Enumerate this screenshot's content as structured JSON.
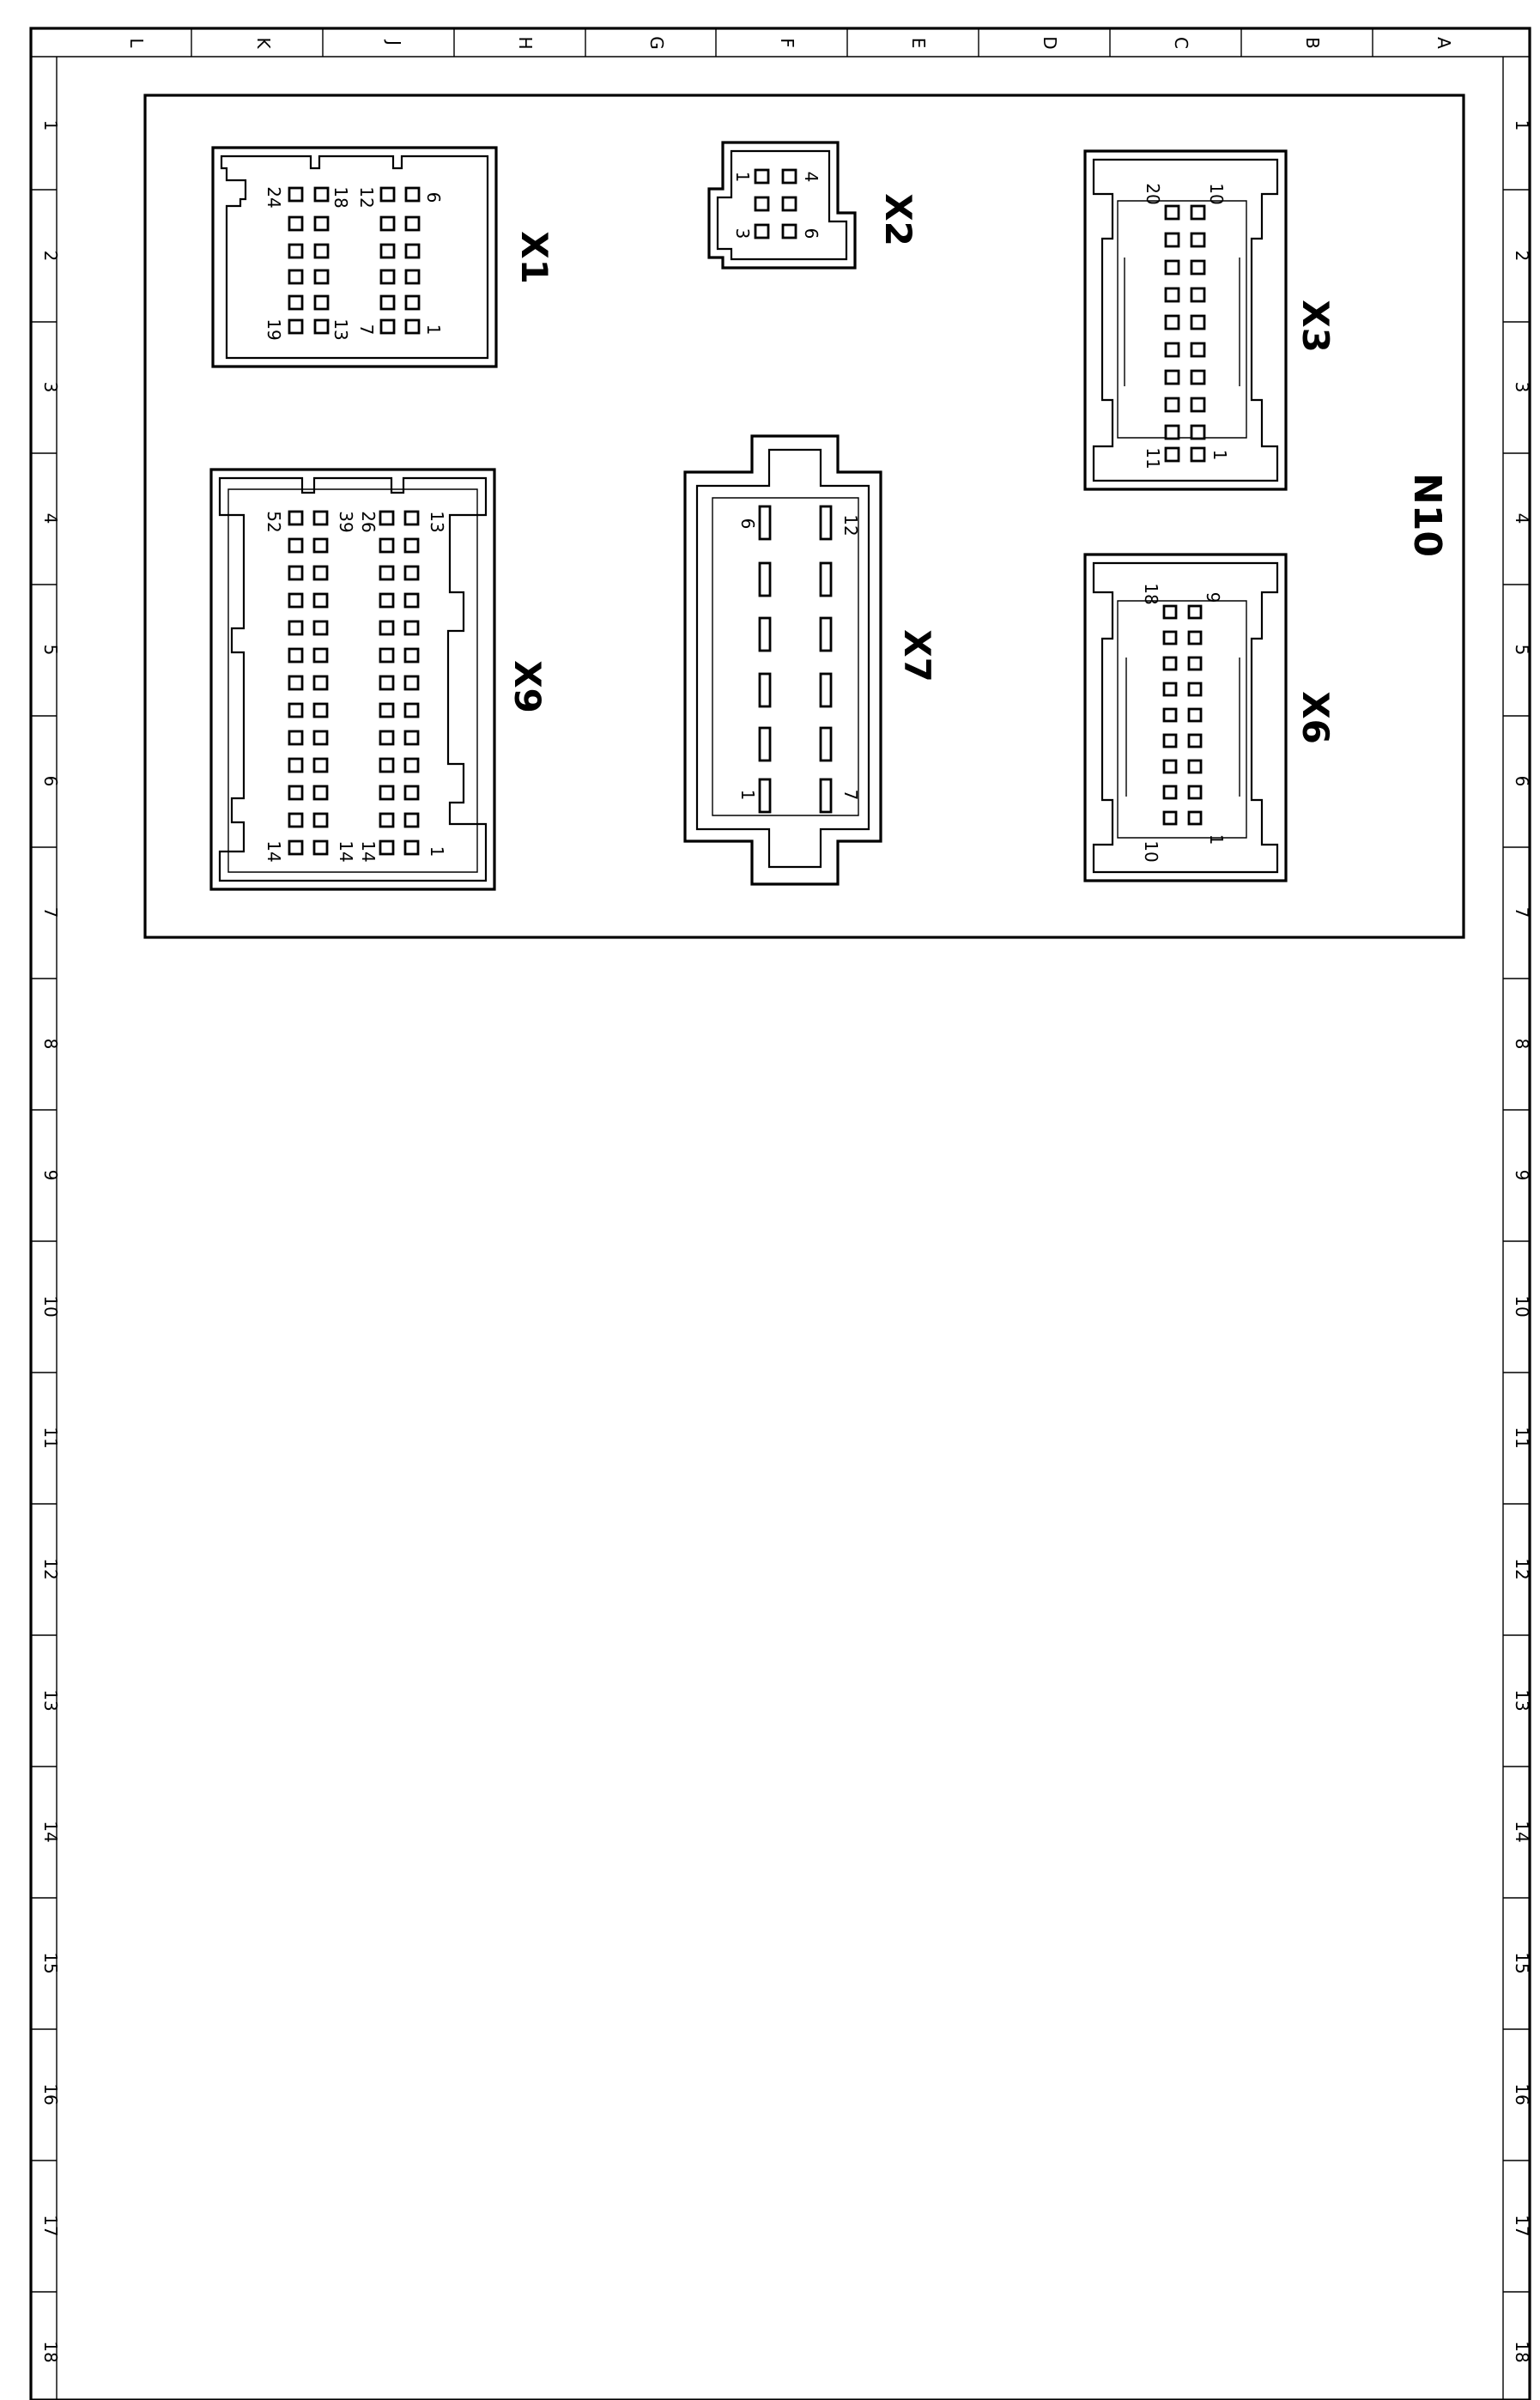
{
  "module": {
    "label": "N10"
  },
  "grid": {
    "columns": [
      "L",
      "K",
      "J",
      "H",
      "G",
      "F",
      "E",
      "D",
      "C",
      "B",
      "A"
    ],
    "rows": [
      "1",
      "2",
      "3",
      "4",
      "5",
      "6",
      "7",
      "8",
      "9",
      "10",
      "11",
      "12",
      "13",
      "14",
      "15",
      "16",
      "17",
      "18"
    ]
  },
  "connectors": {
    "x1": {
      "label": "X1",
      "pins": [
        "24",
        "18",
        "12",
        "6",
        "19",
        "13",
        "7",
        "1"
      ]
    },
    "x2": {
      "label": "X2",
      "pins": [
        "1",
        "4",
        "3",
        "6"
      ]
    },
    "x3": {
      "label": "X3",
      "pins": [
        "20",
        "10",
        "11",
        "1"
      ]
    },
    "x6": {
      "label": "X6",
      "pins": [
        "18",
        "9",
        "10",
        "1"
      ]
    },
    "x7": {
      "label": "X7",
      "pins": [
        "6",
        "12",
        "1",
        "7"
      ]
    },
    "x9": {
      "label": "X9",
      "pins": [
        "52",
        "39",
        "26",
        "13",
        "14",
        "14",
        "14",
        "1"
      ]
    }
  }
}
